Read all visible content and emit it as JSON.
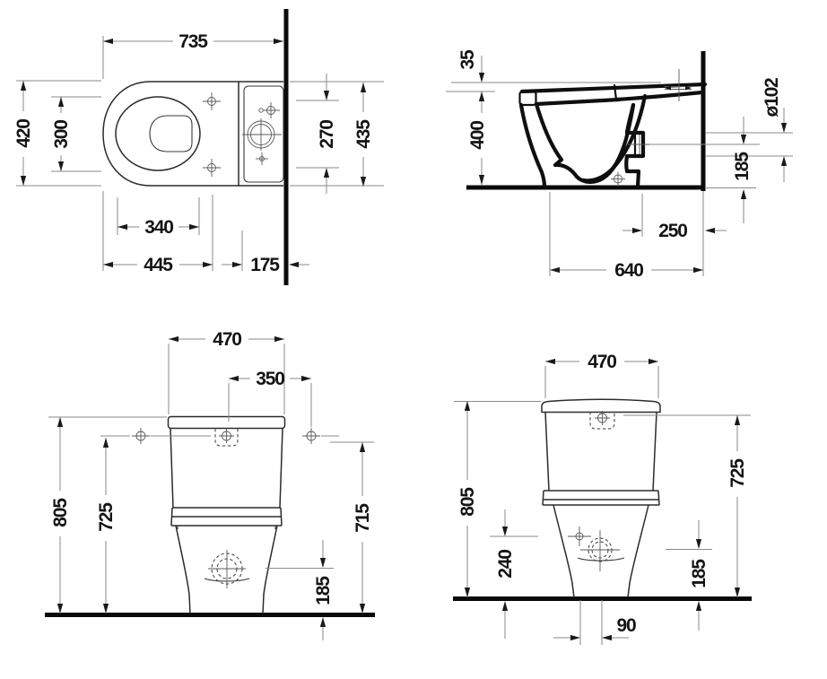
{
  "page": {
    "background": "#ffffff",
    "object_line_color": "#2b2b2b",
    "heavy_line_color": "#0f0f0f",
    "dimension_line_color": "#8a8a8a",
    "text_color": "#141414"
  },
  "drawing": {
    "type": "toilet-installation-dimension-drawing",
    "views": {
      "plan": {
        "dims": {
          "overall_depth": "735",
          "overall_width": "420",
          "bowl_inner_width": "300",
          "seat_hole_span": "340",
          "front_to_holes": "445",
          "tank_to_wall": "175",
          "tank_inner_width": "270",
          "tank_width": "435"
        }
      },
      "side": {
        "dims": {
          "seat_step": "35",
          "rim_height": "400",
          "outlet_diameter": "ø102",
          "outlet_height": "185",
          "outlet_to_wall": "250",
          "foot_to_wall": "640"
        }
      },
      "front": {
        "dims": {
          "tank_width": "470",
          "connection_offset": "350",
          "total_height": "805",
          "left_connection_height": "725",
          "right_connection_height": "715",
          "outlet_height": "185"
        }
      },
      "rear": {
        "dims": {
          "tank_width": "470",
          "total_height": "805",
          "connection_height": "240",
          "outlet_height": "185",
          "lid_seam_height": "725",
          "outlet_offset": "90"
        }
      }
    }
  }
}
